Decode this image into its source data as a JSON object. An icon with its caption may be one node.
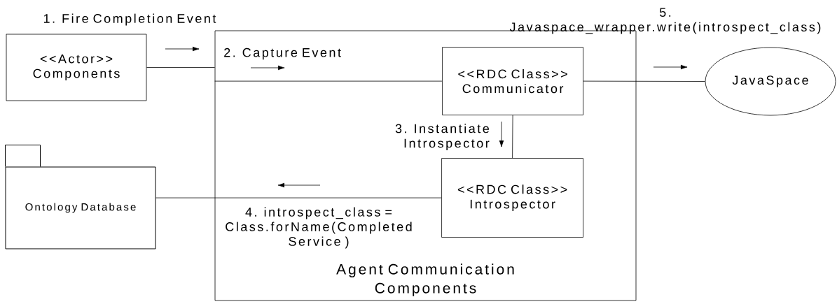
{
  "diagram": {
    "nodes": [
      {
        "text": [
          "<<Actor>> Components"
        ]
      },
      {
        "text": [
          "Agent Communication Components"
        ]
      },
      {
        "text": [
          "<<RDC Class>> Communicator"
        ],
        "in": 1
      },
      {
        "text": [
          "<<RDC Class>> Introspector"
        ],
        "in": 1
      },
      {
        "text": [
          "JavaSpace"
        ]
      },
      {
        "text": [
          "Ontology Database"
        ]
      }
    ],
    "edges": [
      {
        "from": 0,
        "to": 1,
        "arrow": "none",
        "label": "1. Fire Completion Event"
      },
      {
        "from": 1,
        "to": 2,
        "arrow": "none",
        "label": "2. Capture Event"
      },
      {
        "from": 2,
        "to": 4,
        "arrow": "none",
        "label": "5. Javaspace_wrapper.write(introspect_class)"
      },
      {
        "from": 2,
        "to": 3,
        "arrow": "none",
        "label": "3. Instantiate Introspector"
      },
      {
        "from": 3,
        "to": 5,
        "arrow": "none",
        "label": "4. introspect_class = Class.forName(Completed Service )"
      }
    ]
  }
}
